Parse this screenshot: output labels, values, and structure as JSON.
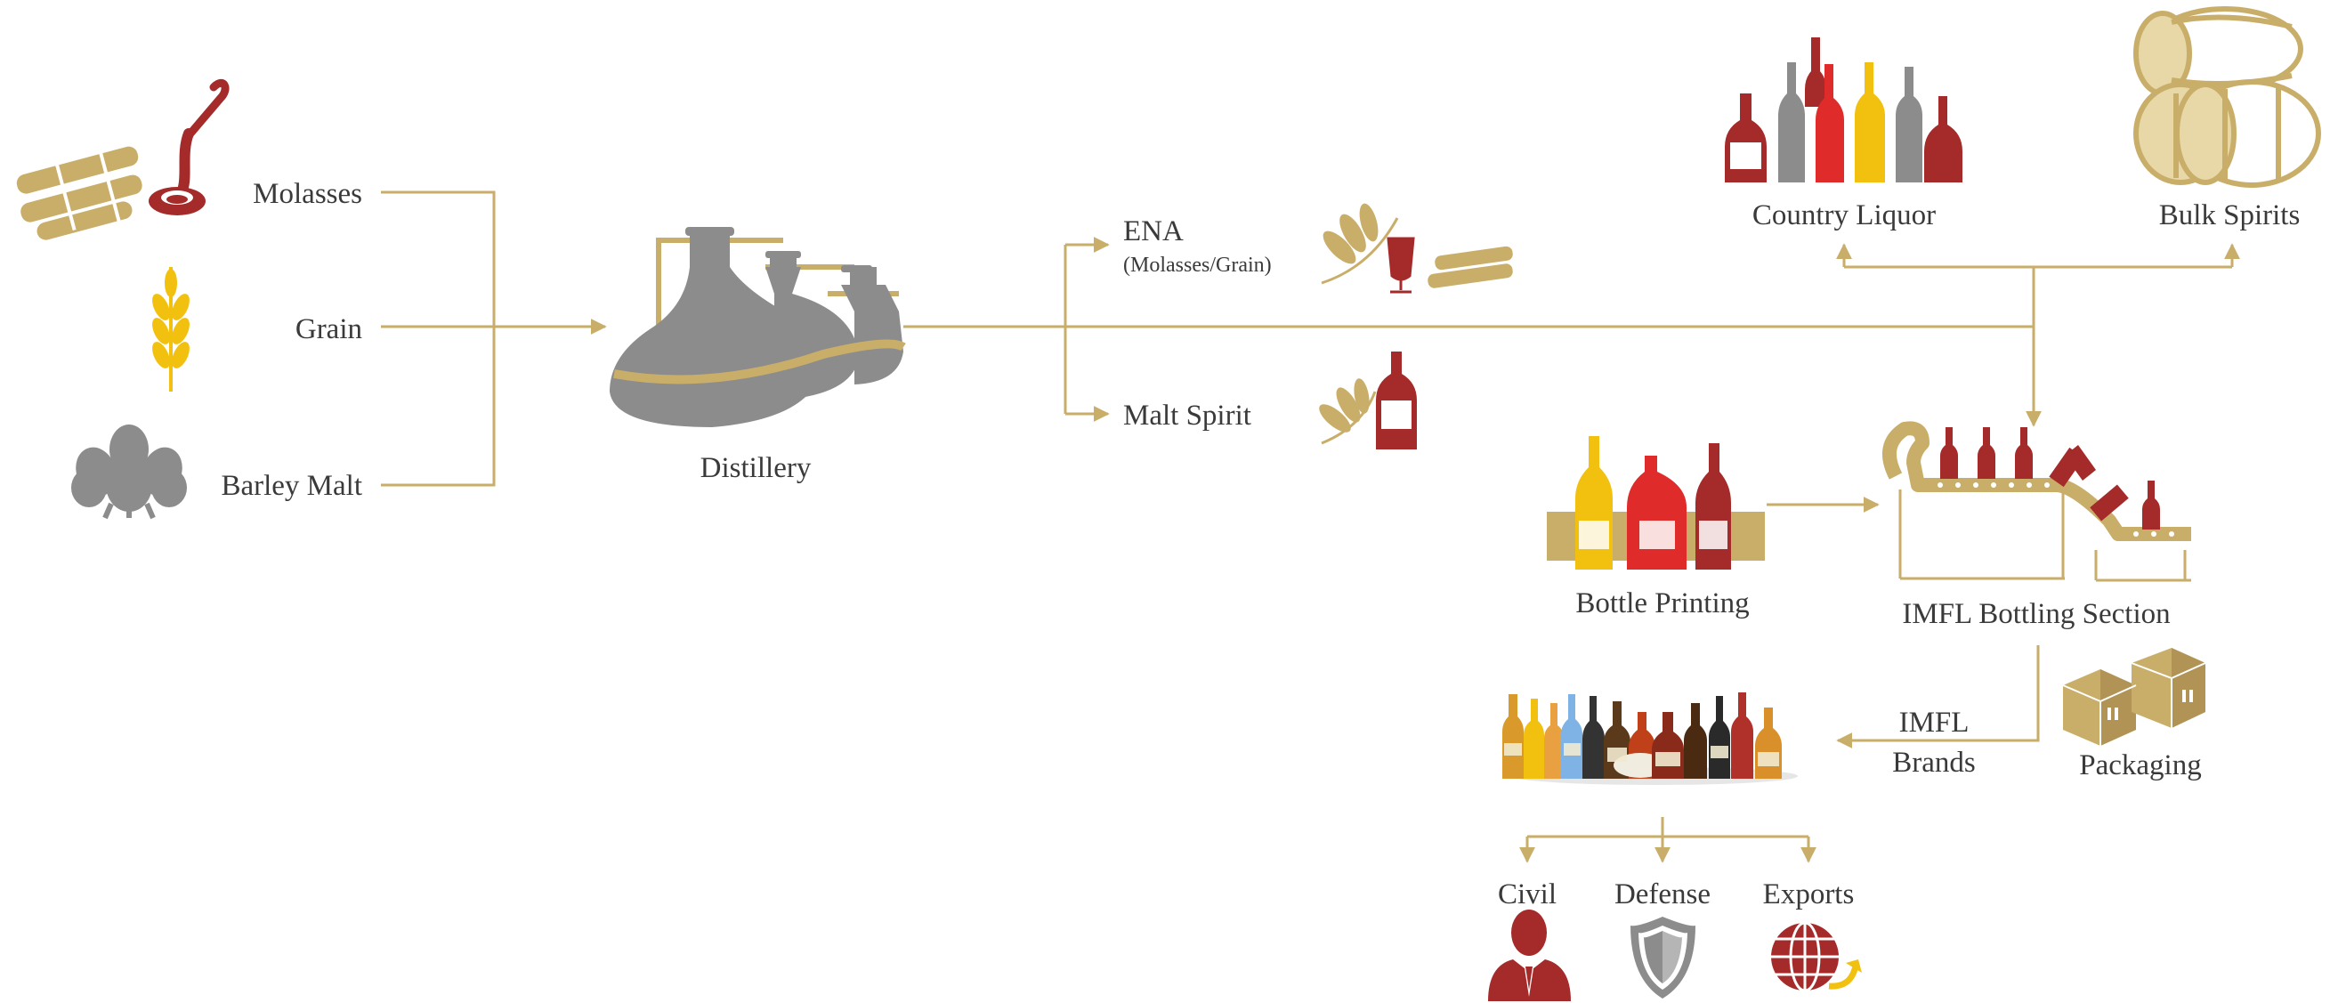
{
  "inputs": {
    "molasses": "Molasses",
    "grain": "Grain",
    "barley_malt": "Barley Malt"
  },
  "distillery": "Distillery",
  "outputs": {
    "ena": "ENA",
    "ena_sub": "(Molasses/Grain)",
    "malt_spirit": "Malt Spirit"
  },
  "products": {
    "country_liquor": "Country Liquor",
    "bulk_spirits": "Bulk Spirits"
  },
  "bottle_printing": "Bottle Printing",
  "imfl_bottling": "IMFL Bottling Section",
  "imfl_brands": {
    "line1": "IMFL",
    "line2": "Brands"
  },
  "packaging": "Packaging",
  "channels": {
    "civil": "Civil",
    "defense": "Defense",
    "exports": "Exports"
  },
  "colors": {
    "gold": "#C9AE6A",
    "gray": "#8C8C8C",
    "dark_red": "#A52A2A",
    "red": "#E02B2B",
    "yellow": "#F2C10F",
    "text": "#3A3A3A"
  }
}
